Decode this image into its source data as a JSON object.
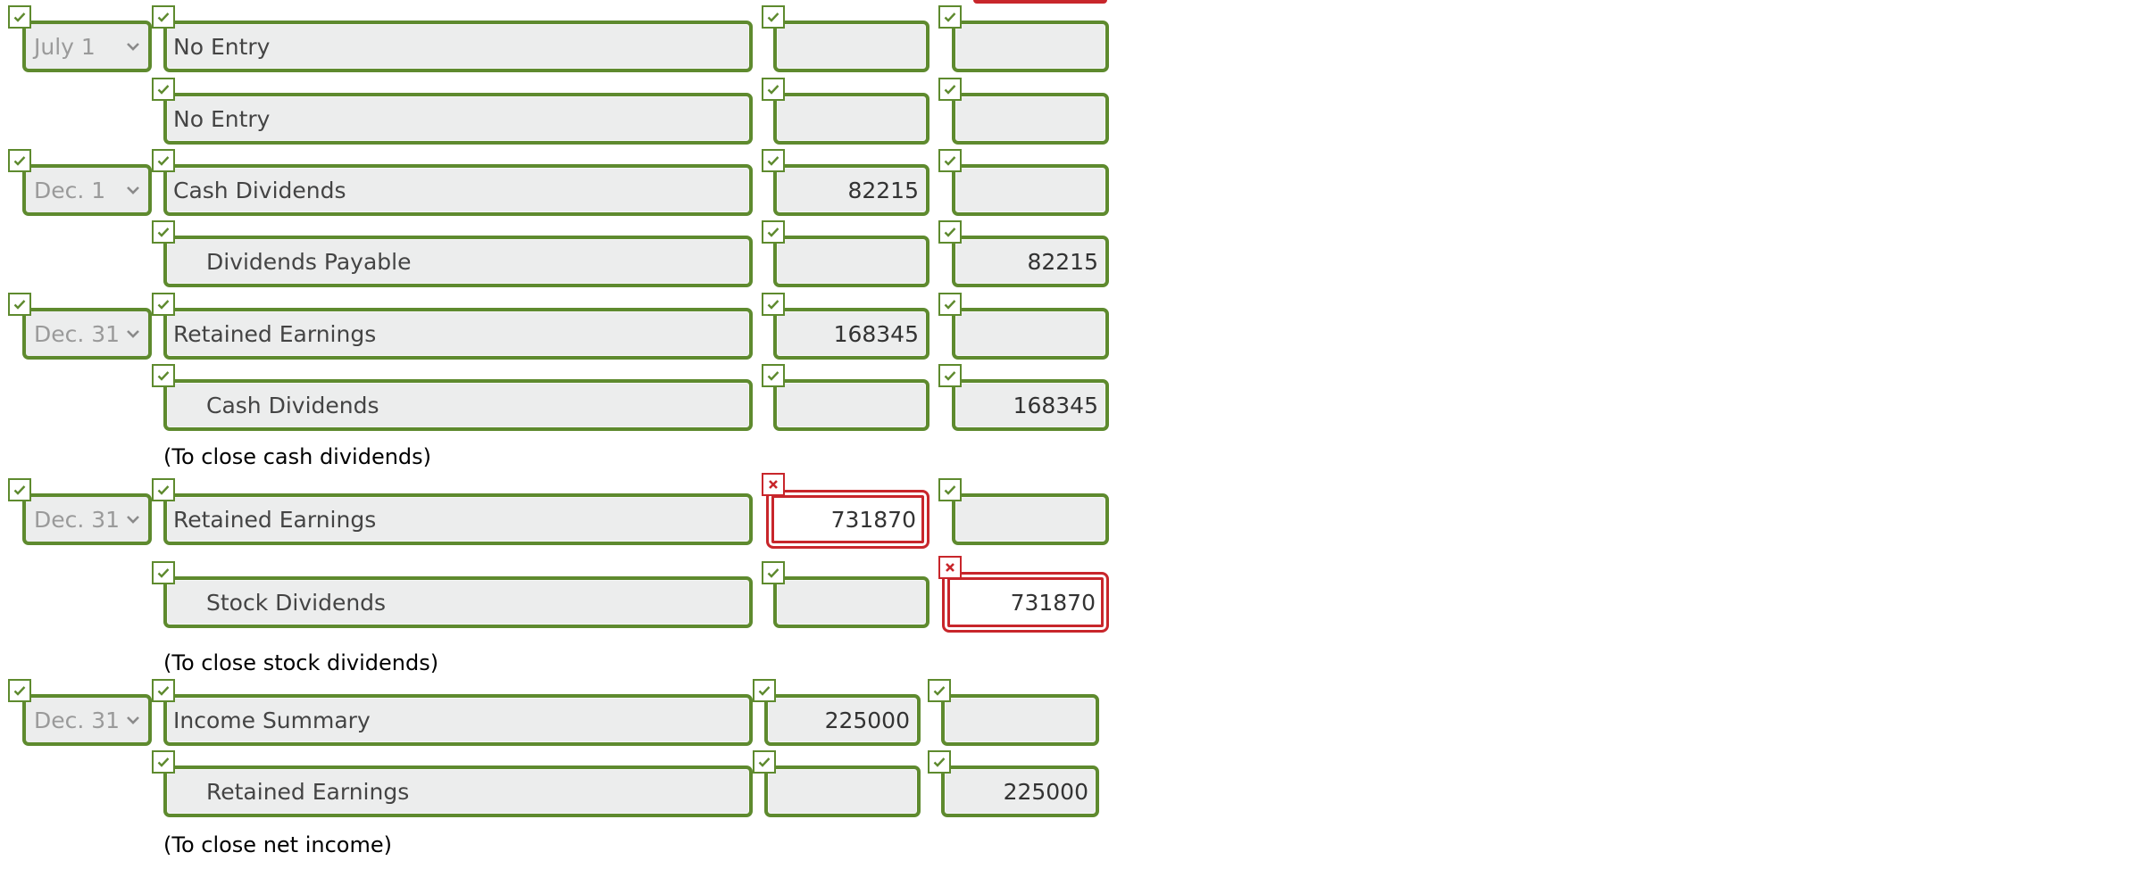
{
  "entries": [
    {
      "date": "July 1",
      "account": "No Entry",
      "indent": false,
      "debit": "",
      "credit": ""
    },
    {
      "date": "",
      "account": "No Entry",
      "indent": false,
      "debit": "",
      "credit": ""
    },
    {
      "date": "Dec. 1",
      "account": "Cash Dividends",
      "indent": false,
      "debit": "82215",
      "credit": ""
    },
    {
      "date": "",
      "account": "Dividends Payable",
      "indent": true,
      "debit": "",
      "credit": "82215"
    },
    {
      "date": "Dec. 31",
      "account": "Retained Earnings",
      "indent": false,
      "debit": "168345",
      "credit": ""
    },
    {
      "date": "",
      "account": "Cash Dividends",
      "indent": true,
      "debit": "",
      "credit": "168345"
    },
    {
      "date": "Dec. 31",
      "account": "Retained Earnings",
      "indent": false,
      "debit": "731870",
      "credit": ""
    },
    {
      "date": "",
      "account": "Stock Dividends",
      "indent": true,
      "debit": "",
      "credit": "731870"
    },
    {
      "date": "Dec. 31",
      "account": "Income Summary",
      "indent": false,
      "debit": "225000",
      "credit": ""
    },
    {
      "date": "",
      "account": "Retained Earnings",
      "indent": true,
      "debit": "",
      "credit": "225000"
    }
  ],
  "notes": [
    "(To close cash dividends)",
    "(To close stock dividends)",
    "(To close net income)"
  ],
  "status": {
    "correct": "check-icon",
    "incorrect": "x-icon"
  },
  "colors": {
    "correct_border": "#5e8a2e",
    "incorrect_border": "#c8262b",
    "field_background": "#eceded"
  }
}
